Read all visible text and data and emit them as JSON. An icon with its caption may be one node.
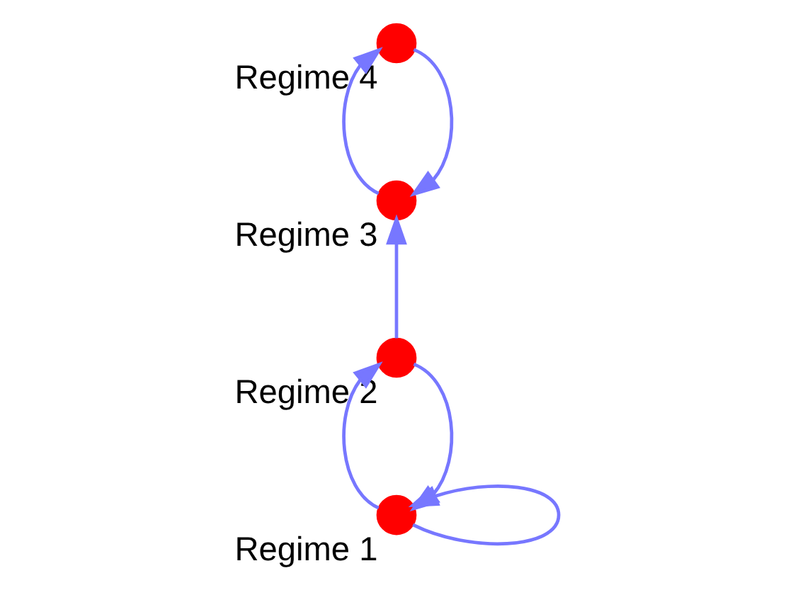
{
  "diagram": {
    "nodes": [
      {
        "text": [],
        "shape": "circle",
        "beside": [
          "Regime 1"
        ]
      },
      {
        "text": [],
        "shape": "circle",
        "beside": [
          "Regime 2"
        ]
      },
      {
        "text": [],
        "shape": "circle",
        "beside": [
          "Regime 3"
        ]
      },
      {
        "text": [],
        "shape": "circle",
        "beside": [
          "Regime 4"
        ]
      }
    ],
    "edges": [
      {
        "from": 0,
        "to": 0,
        "arrow": "to"
      },
      {
        "from": 0,
        "to": 1,
        "arrow": "to"
      },
      {
        "from": 1,
        "to": 0,
        "arrow": "to"
      },
      {
        "from": 1,
        "to": 2,
        "arrow": "to"
      },
      {
        "from": 2,
        "to": 3,
        "arrow": "to"
      },
      {
        "from": 3,
        "to": 2,
        "arrow": "to"
      }
    ]
  }
}
